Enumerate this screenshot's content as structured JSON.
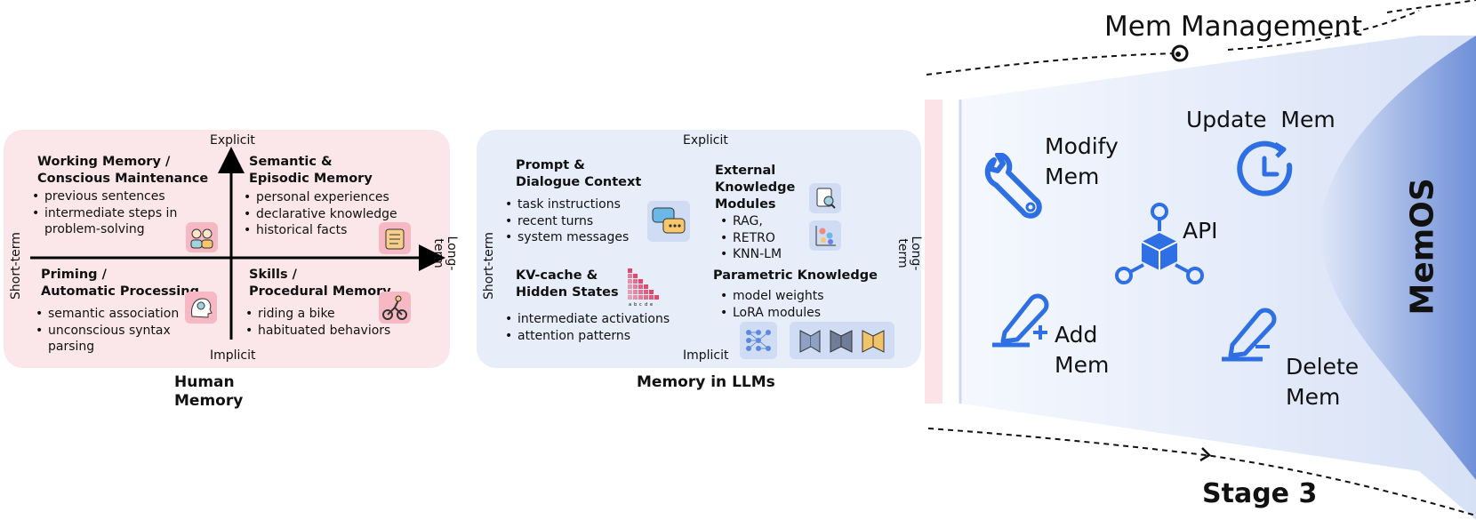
{
  "human_memory": {
    "caption": "Human\nMemory",
    "axis": {
      "top": "Explicit",
      "bottom": "Implicit",
      "left": "Short-term",
      "right": "Long-term"
    },
    "quadrants": [
      {
        "title": "Working Memory /\nConscious Maintenance",
        "items": [
          "previous sentences",
          "intermediate steps in\nproblem-solving"
        ]
      },
      {
        "title": "Semantic &\nEpisodic Memory",
        "items": [
          "personal experiences",
          "declarative knowledge",
          "historical facts"
        ]
      },
      {
        "title": "Priming /\nAutomatic Processing",
        "items": [
          "semantic association",
          "unconscious syntax\nparsing"
        ]
      },
      {
        "title": "Skills /\nProcedural Memory",
        "items": [
          "riding a bike",
          "habituated behaviors"
        ]
      }
    ]
  },
  "llm_memory": {
    "caption": "Memory in LLMs",
    "axis": {
      "top": "Explicit",
      "bottom": "Implicit",
      "left": "Short-term",
      "right": "Long-term"
    },
    "quadrants": [
      {
        "title": "Prompt &\nDialogue Context",
        "items": [
          "task instructions",
          "recent turns",
          "system messages"
        ]
      },
      {
        "title": "External\nKnowledge\nModules",
        "items": [
          "RAG,",
          "RETRO",
          "KNN-LM"
        ]
      },
      {
        "title": "KV-cache &\nHidden States",
        "items": [
          "intermediate activations",
          "attention patterns"
        ]
      },
      {
        "title": "Parametric Knowledge",
        "items": [
          "model weights",
          "LoRA modules"
        ]
      }
    ],
    "heatmap_labels": [
      "a",
      "b",
      "c",
      "d",
      "e"
    ]
  },
  "management": {
    "title": "Mem Management",
    "stage": "Stage 3",
    "os_label": "MemOS",
    "api_label": "API",
    "ops": [
      {
        "label": "Modify\nMem",
        "icon": "wrench-icon"
      },
      {
        "label": "Update  Mem",
        "icon": "clock-refresh-icon"
      },
      {
        "label": "Add\nMem",
        "icon": "pen-add-icon"
      },
      {
        "label": "Delete\nMem",
        "icon": "pen-minus-icon"
      }
    ],
    "colors": {
      "accent": "#2f6fe4",
      "panel": "#eef2fb",
      "funnel": "#7f9ee0",
      "pink": "#fbe7ea",
      "blue": "#e7eef9"
    }
  }
}
